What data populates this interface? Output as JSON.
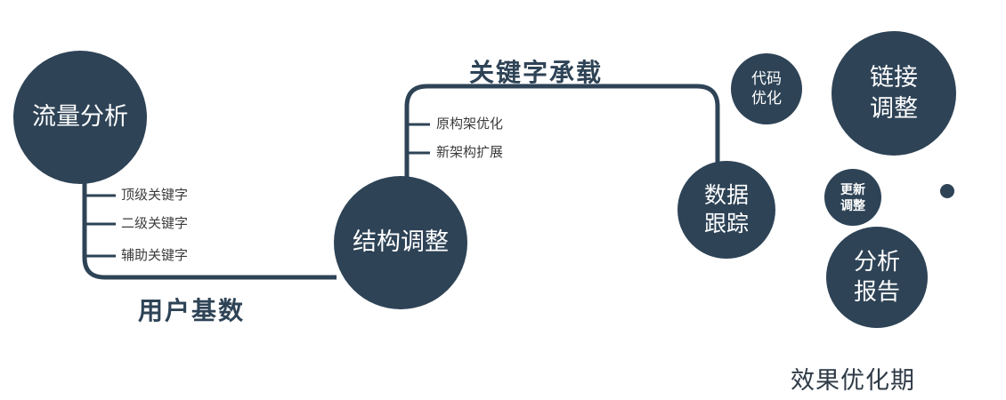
{
  "colors": {
    "primary": "#2e4356",
    "background": "#ffffff",
    "node_text": "#ffffff"
  },
  "nodes": {
    "traffic_analysis": {
      "label": "流量分析"
    },
    "structure_adjustment": {
      "label": "结构调整"
    },
    "data_tracking": {
      "line1": "数据",
      "line2": "跟踪"
    },
    "code_optimization": {
      "line1": "代码",
      "line2": "优化"
    },
    "link_adjustment": {
      "line1": "链接",
      "line2": "调整"
    },
    "update_adjustment": {
      "line1": "更新",
      "line2": "调整"
    },
    "analysis_report": {
      "line1": "分析",
      "line2": "报告"
    }
  },
  "edge_labels": {
    "keyword_bearing": "关键字承载",
    "user_base": "用户基数"
  },
  "ticks": {
    "left": [
      "顶级关键字",
      "二级关键字",
      "辅助关键字"
    ],
    "middle": [
      "原构架优化",
      "新架构扩展"
    ]
  },
  "footer": {
    "label": "效果优化期"
  }
}
